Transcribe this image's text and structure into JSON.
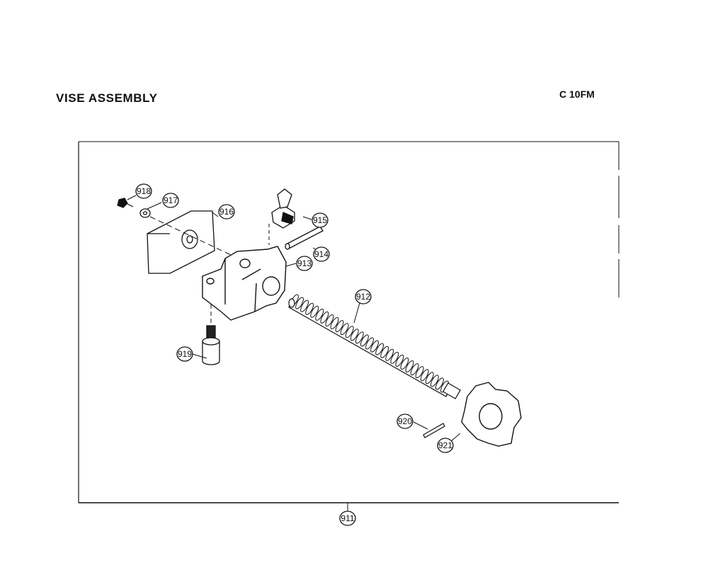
{
  "header": {
    "title": "VISE ASSEMBLY",
    "model": "C 10FM"
  },
  "parts": [
    {
      "number": "911",
      "description": ""
    },
    {
      "number": "912",
      "description": ""
    },
    {
      "number": "913",
      "description": ""
    },
    {
      "number": "914",
      "description": ""
    },
    {
      "number": "915",
      "description": ""
    },
    {
      "number": "916",
      "description": ""
    },
    {
      "number": "917",
      "description": ""
    },
    {
      "number": "918",
      "description": ""
    },
    {
      "number": "919",
      "description": ""
    },
    {
      "number": "920",
      "description": ""
    },
    {
      "number": "921",
      "description": ""
    }
  ],
  "callouts": {
    "c911": "911",
    "c912": "912",
    "c913": "913",
    "c914": "914",
    "c915": "915",
    "c916": "916",
    "c917": "917",
    "c918": "918",
    "c919": "919",
    "c920": "920",
    "c921": "921"
  },
  "colors": {
    "ink": "#111111",
    "paper": "#ffffff"
  }
}
